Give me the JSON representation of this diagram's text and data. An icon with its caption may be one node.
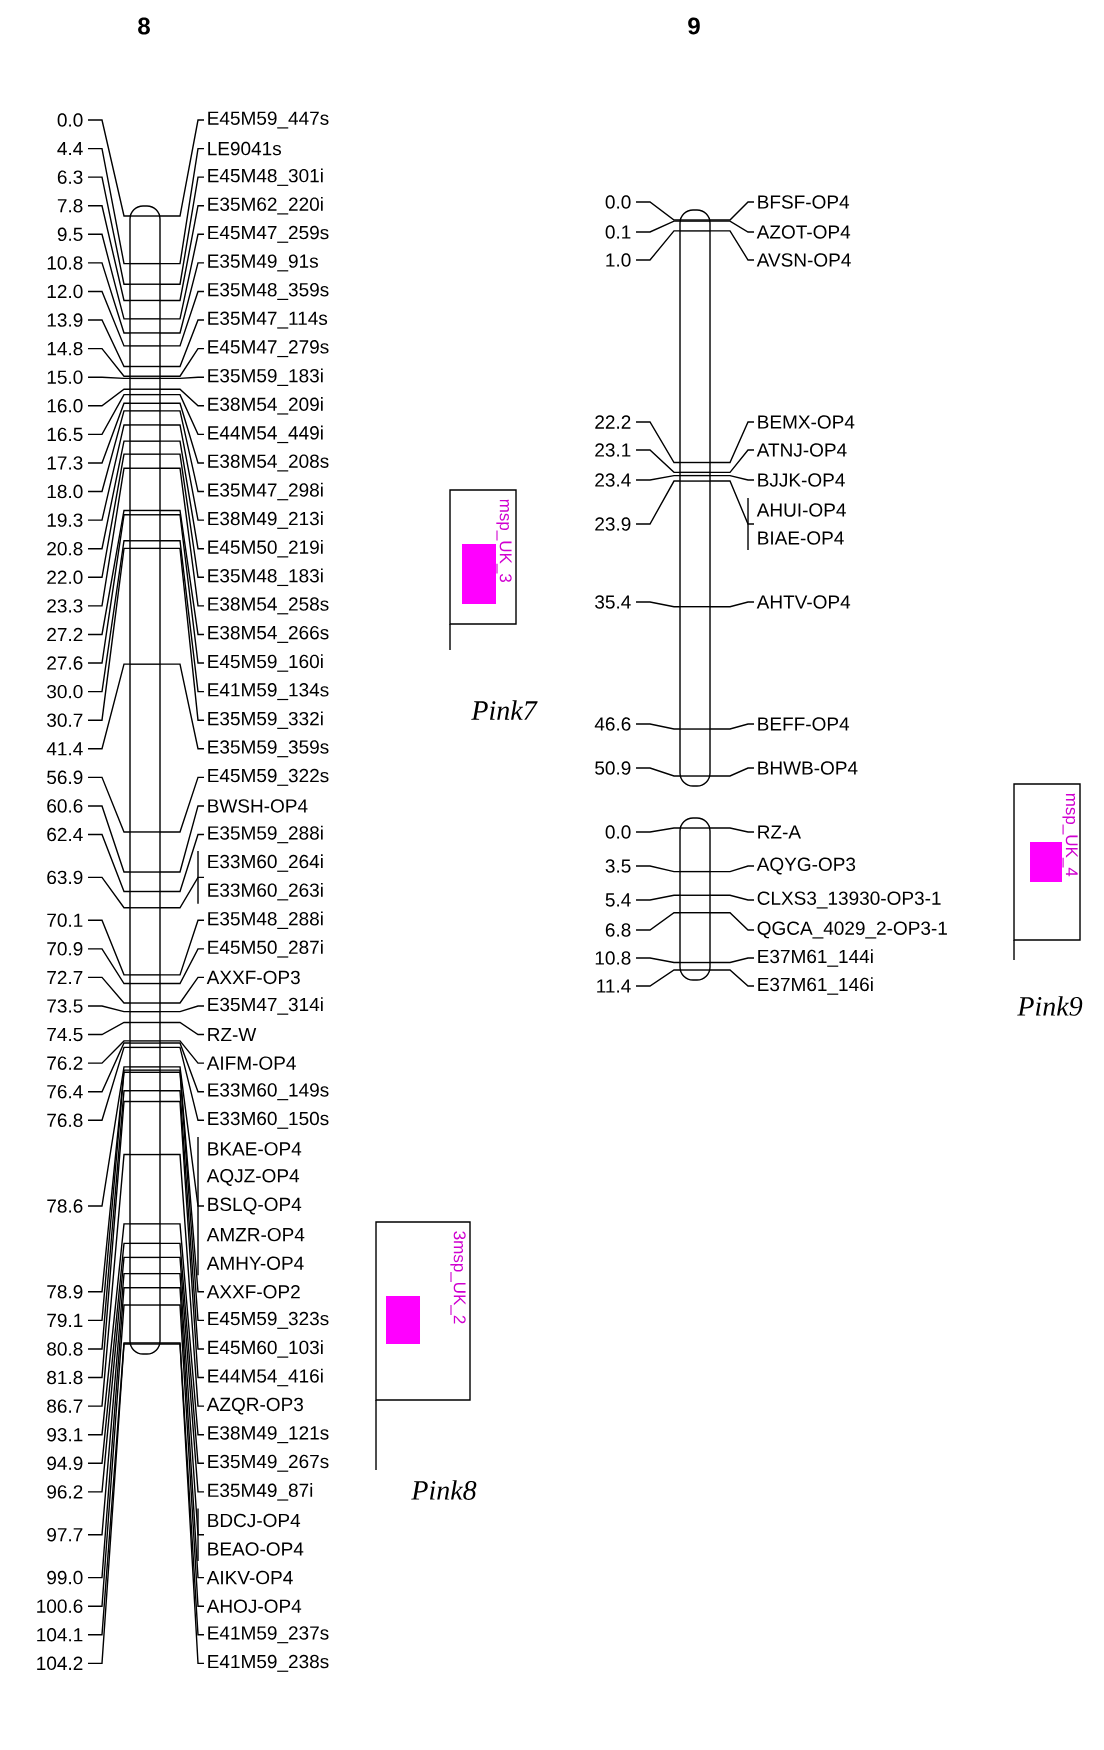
{
  "diagram": {
    "nodes": [
      {
        "text": [
          "msp_UK_3"
        ],
        "beside": [
          "Pink7"
        ]
      },
      {
        "text": [
          "3msp_UK_2"
        ],
        "beside": [
          "Pink8"
        ]
      },
      {
        "text": [
          "msp_UK_4"
        ],
        "beside": [
          "Pink9"
        ]
      }
    ],
    "labels": [
      "8",
      "9",
      "0.0",
      "E45M59_447s",
      "4.4",
      "LE9041s",
      "6.3",
      "E45M48_301i",
      "7.8",
      "E35M62_220i",
      "9.5",
      "E45M47_259s",
      "10.8",
      "E35M49_91s",
      "12.0",
      "E35M48_359s",
      "13.9",
      "E35M47_114s",
      "14.8",
      "E45M47_279s",
      "15.0",
      "E35M59_183i",
      "16.0",
      "E38M54_209i",
      "16.5",
      "E44M54_449i",
      "17.3",
      "E38M54_208s",
      "18.0",
      "E35M47_298i",
      "19.3",
      "E38M49_213i",
      "20.8",
      "E45M50_219i",
      "22.0",
      "E35M48_183i",
      "23.3",
      "E38M54_258s",
      "27.2",
      "E38M54_266s",
      "27.6",
      "E45M59_160i",
      "30.0",
      "E41M59_134s",
      "30.7",
      "E35M59_332i",
      "41.4",
      "E35M59_359s",
      "56.9",
      "E45M59_322s",
      "60.6",
      "BWSH-OP4",
      "62.4",
      "E35M59_288i",
      "63.9",
      "E33M60_264i",
      "E33M60_263i",
      "70.1",
      "E35M48_288i",
      "70.9",
      "E45M50_287i",
      "72.7",
      "AXXF-OP3",
      "73.5",
      "E35M47_314i",
      "74.5",
      "RZ-W",
      "76.2",
      "AIFM-OP4",
      "76.4",
      "E33M60_149s",
      "76.8",
      "E33M60_150s",
      "78.6",
      "BKAE-OP4",
      "AQJZ-OP4",
      "BSLQ-OP4",
      "AMZR-OP4",
      "AMHY-OP4",
      "78.9",
      "AXXF-OP2",
      "79.1",
      "E45M59_323s",
      "80.8",
      "E45M60_103i",
      "81.8",
      "E44M54_416i",
      "86.7",
      "AZQR-OP3",
      "93.1",
      "E38M49_121s",
      "94.9",
      "E35M49_267s",
      "96.2",
      "E35M49_87i",
      "97.7",
      "BDCJ-OP4",
      "BEAO-OP4",
      "99.0",
      "AIKV-OP4",
      "100.6",
      "AHOJ-OP4",
      "104.1",
      "E41M59_237s",
      "104.2",
      "E41M59_238s",
      "0.0",
      "BFSF-OP4",
      "0.1",
      "AZOT-OP4",
      "1.0",
      "AVSN-OP4",
      "22.2",
      "BEMX-OP4",
      "23.1",
      "ATNJ-OP4",
      "23.4",
      "BJJK-OP4",
      "23.9",
      "AHUI-OP4",
      "BIAE-OP4",
      "35.4",
      "AHTV-OP4",
      "46.6",
      "BEFF-OP4",
      "50.9",
      "BHWB-OP4",
      "0.0",
      "RZ-A",
      "3.5",
      "AQYG-OP3",
      "5.4",
      "CLXS3_13930-OP3-1",
      "6.8",
      "QGCA_4029_2-OP3-1",
      "10.8",
      "E37M61_144i",
      "11.4",
      "E37M61_146i"
    ]
  }
}
